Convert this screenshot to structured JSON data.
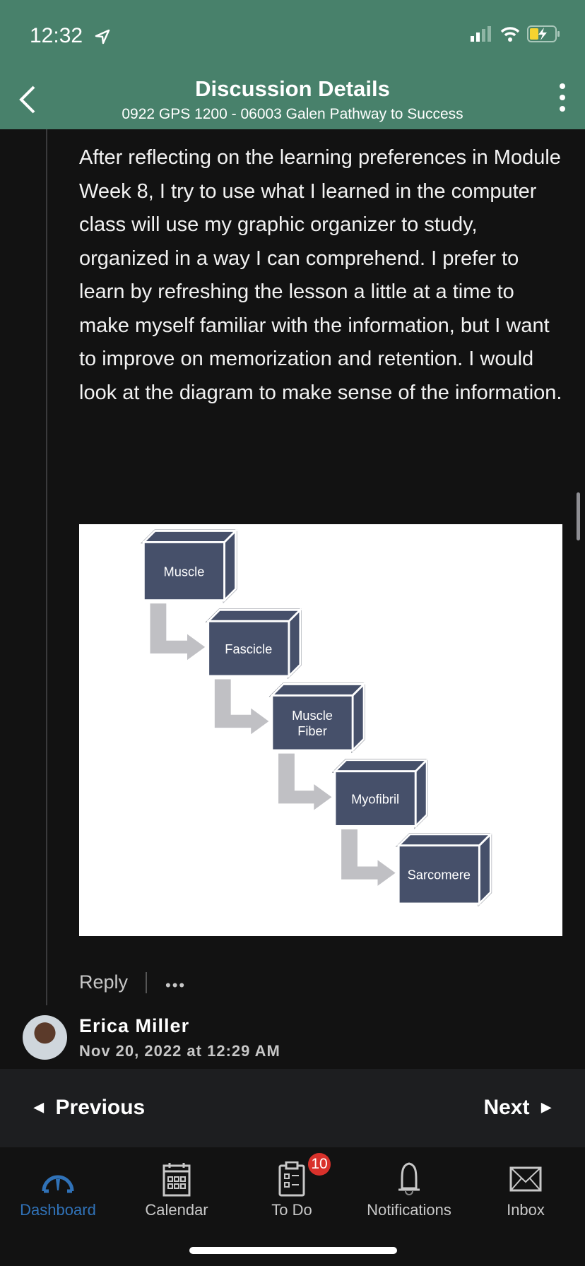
{
  "status_bar": {
    "time": "12:32"
  },
  "header": {
    "title": "Discussion Details",
    "subtitle": "0922 GPS 1200 - 06003 Galen Pathway to Success"
  },
  "post": {
    "body": "After reflecting on the learning preferences in Module Week 8, I try to use what I learned in the computer class will use my graphic organizer to study, organized in a way I can comprehend. I prefer to learn by refreshing the lesson a little at a time to make myself familiar with the information, but I want to improve on memorization and retention. I would look at the diagram to make sense of the information.",
    "diagram": {
      "steps": [
        "Muscle",
        "Fascicle",
        "Muscle|Fiber",
        "Myofibril",
        "Sarcomere"
      ],
      "box_color": "#46506a",
      "arrow_color": "#c0c0c4"
    },
    "reply_label": "Reply",
    "more_label": "•••"
  },
  "next_post": {
    "author": "Erica Miller",
    "date": "Nov 20, 2022 at 12:29 AM"
  },
  "pager": {
    "previous": "Previous",
    "next": "Next"
  },
  "tabs": [
    {
      "label": "Dashboard"
    },
    {
      "label": "Calendar"
    },
    {
      "label": "To Do",
      "badge": "10"
    },
    {
      "label": "Notifications"
    },
    {
      "label": "Inbox"
    }
  ],
  "colors": {
    "header": "#48816b",
    "accent": "#3072b8",
    "badge": "#d9312b"
  }
}
